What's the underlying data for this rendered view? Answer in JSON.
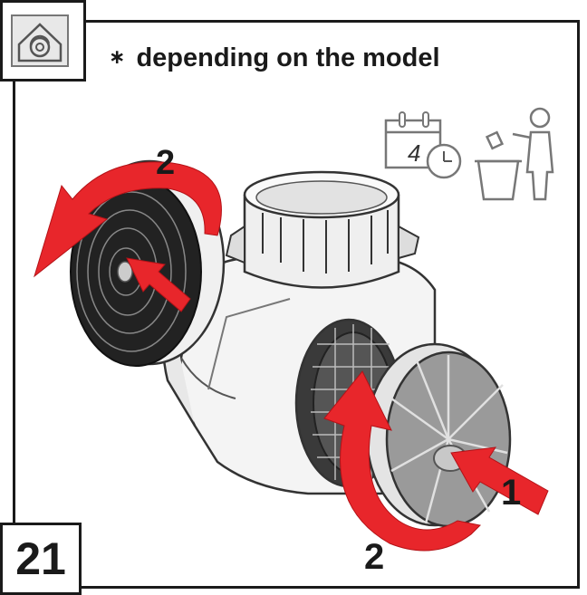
{
  "step_number": "21",
  "note": {
    "asterisk": "∗",
    "text": "depending on the model"
  },
  "calendar_icon": {
    "number": "4"
  },
  "labels": {
    "press_filter": "1",
    "rotate_left_filter": "2",
    "rotate_right_filter": "2"
  },
  "colors": {
    "arrow_red": "#e8262b",
    "outline": "#1a1a1a",
    "filter_dark": "#222222",
    "filter_grey": "#9a9a9a"
  }
}
